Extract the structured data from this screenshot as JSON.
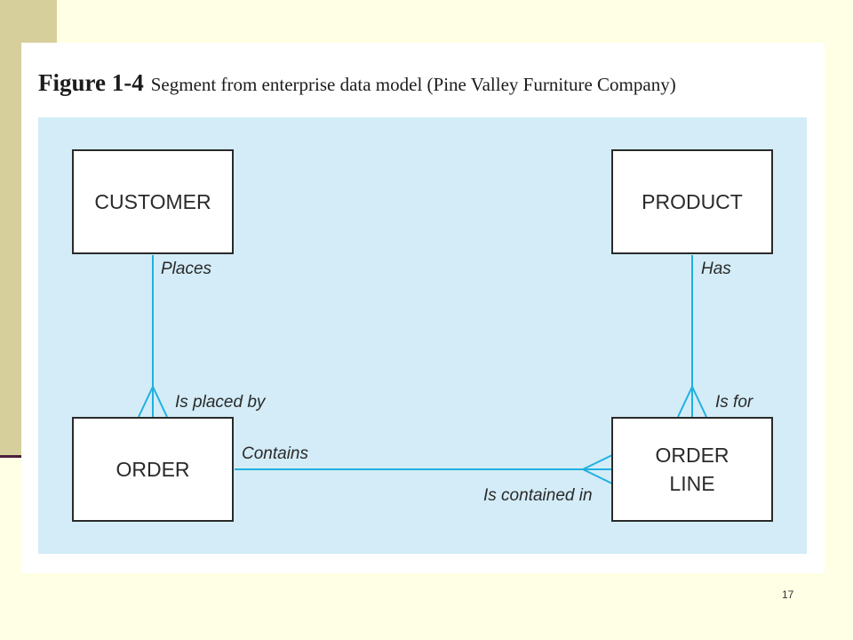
{
  "slide": {
    "figure_number": "Figure 1-4",
    "figure_caption": "Segment from enterprise data model (Pine Valley Furniture Company)",
    "page_number": "17"
  },
  "entities": {
    "customer": "CUSTOMER",
    "product": "PRODUCT",
    "order": "ORDER",
    "order_line": "ORDER\nLINE"
  },
  "relationships": {
    "places": "Places",
    "is_placed_by": "Is placed by",
    "has": "Has",
    "is_for": "Is for",
    "contains": "Contains",
    "is_contained_in": "Is contained in"
  },
  "colors": {
    "connector": "#21b0e0",
    "panel": "#d3ecf7",
    "sidebar": "#d6cf9b"
  }
}
